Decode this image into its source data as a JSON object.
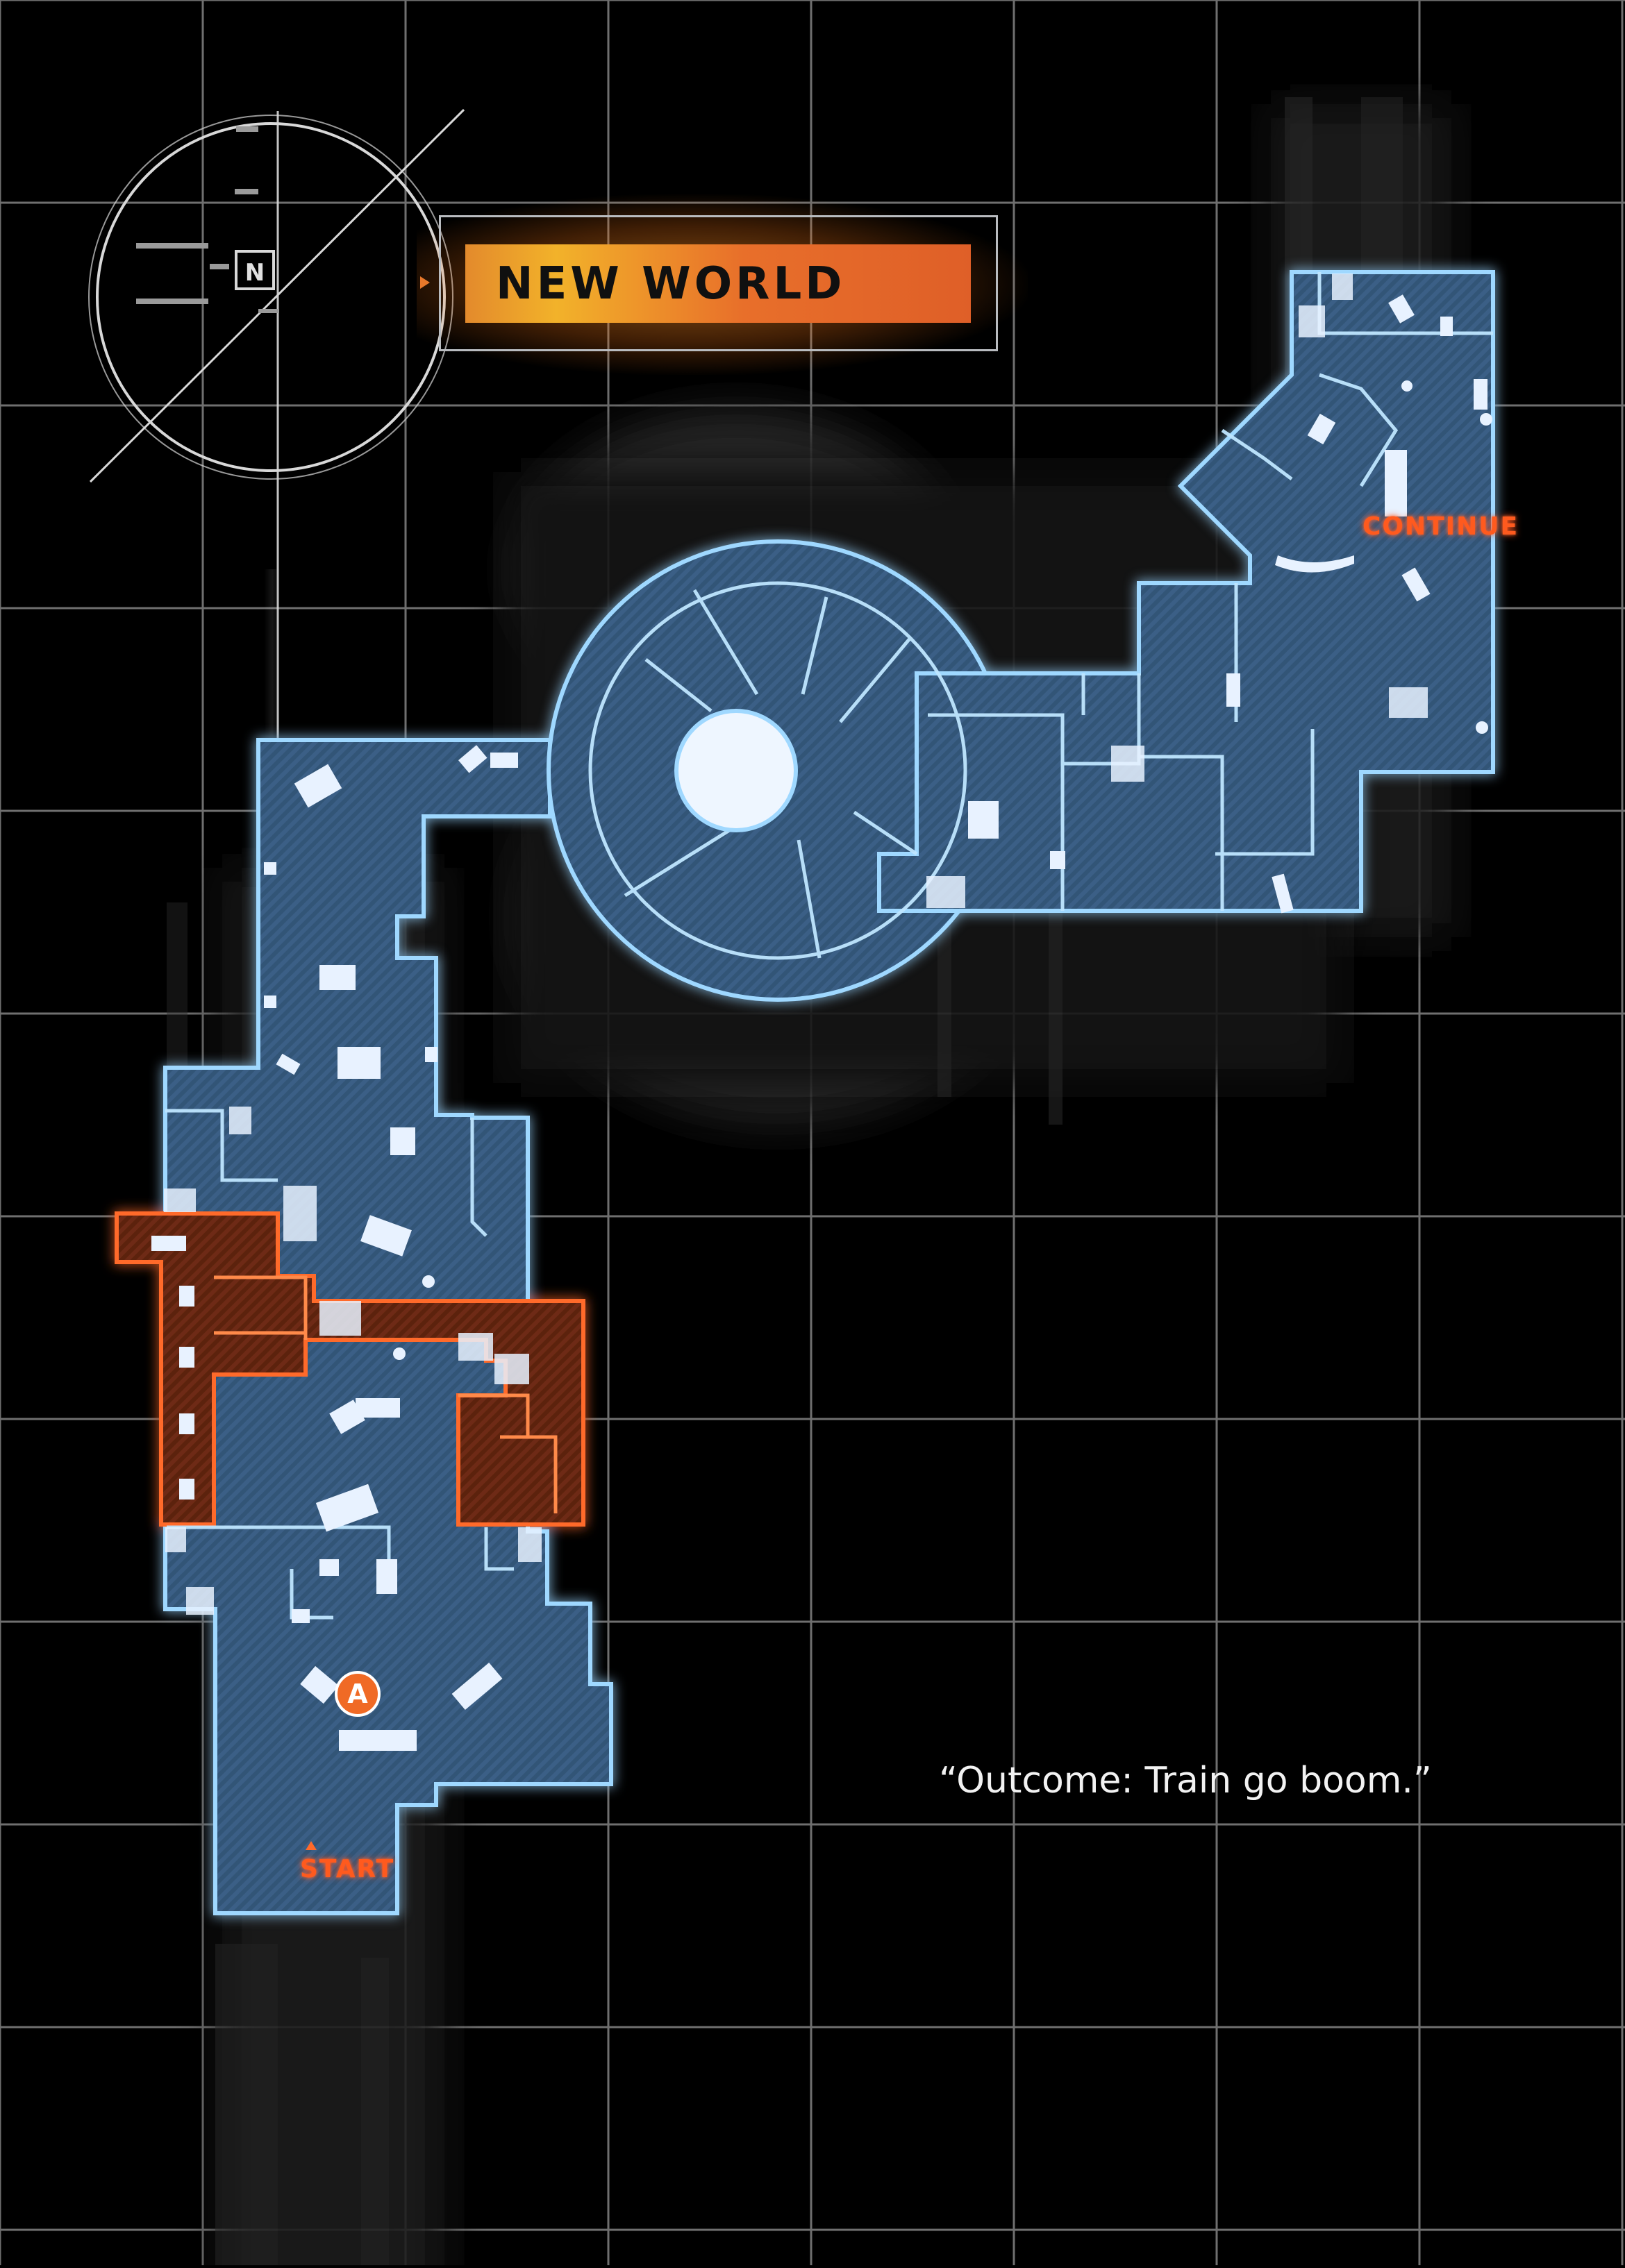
{
  "title": "NEW WORLD",
  "quote": "“Outcome: Train go boom.”",
  "labels": {
    "start": "START",
    "continue": "CONTINUE"
  },
  "marker": "A",
  "compass": {
    "north_letter": "N"
  },
  "icons": [
    "compass-icon",
    "north-indicator-icon",
    "objective-marker-icon",
    "start-arrow-icon"
  ],
  "colors": {
    "background": "#000000",
    "grid": "#7a7a7a",
    "floor": "#3a5f86",
    "wall_glow": "#8fd0ff",
    "hazard_floor": "#6a2a12",
    "hazard_glow": "#ff6a2a",
    "banner": "#e06a2a"
  }
}
